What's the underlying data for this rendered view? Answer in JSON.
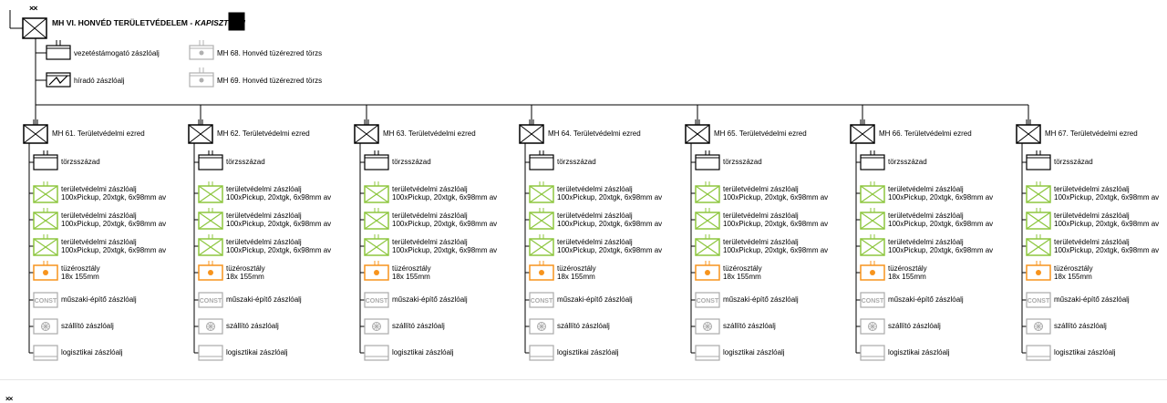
{
  "division": {
    "echelon": "××",
    "name": "MH VI. HONVÉD TERÜLETVÉDELEM - ",
    "name_italic": "KAPISZTRÁN",
    "staff_units": [
      {
        "label": "vezetéstámogató zászlóalj",
        "symbol": "hq-support"
      },
      {
        "label": "híradó zászlóalj",
        "symbol": "signal"
      },
      {
        "label": "MH 68. Honvéd tüzérezred törzs",
        "symbol": "artillery-hq-gray"
      },
      {
        "label": "MH 69. Honvéd tüzérezred törzs",
        "symbol": "artillery-hq-gray"
      }
    ]
  },
  "regiments": [
    {
      "name": "MH 61. Területvédelmi ezred"
    },
    {
      "name": "MH 62. Területvédelmi ezred"
    },
    {
      "name": "MH 63. Területvédelmi ezred"
    },
    {
      "name": "MH 64. Területvédelmi ezred"
    },
    {
      "name": "MH 65. Területvédelmi ezred"
    },
    {
      "name": "MH 66. Területvédelmi ezred"
    },
    {
      "name": "MH 67. Területvédelmi ezred"
    }
  ],
  "subunits": [
    {
      "line1": "törzsszázad",
      "line2": "",
      "symbol": "hq",
      "color": "#000000"
    },
    {
      "line1": "területvédelmi zászlóalj",
      "line2": "100xPickup, 20xtgk, 6x98mm av",
      "symbol": "infantry",
      "color": "#8dc63f"
    },
    {
      "line1": "területvédelmi zászlóalj",
      "line2": "100xPickup, 20xtgk, 6x98mm av",
      "symbol": "infantry",
      "color": "#8dc63f"
    },
    {
      "line1": "területvédelmi zászlóalj",
      "line2": "100xPickup, 20xtgk, 6x98mm av",
      "symbol": "infantry",
      "color": "#8dc63f"
    },
    {
      "line1": "tüzérosztály",
      "line2": "18x 155mm",
      "symbol": "artillery",
      "color": "#f7941d"
    },
    {
      "line1": "műszaki-építő zászlóalj",
      "line2": "",
      "symbol": "construction",
      "color": "#aaaaaa",
      "text": "CONST"
    },
    {
      "line1": "szállító zászlóalj",
      "line2": "",
      "symbol": "transport",
      "color": "#aaaaaa"
    },
    {
      "line1": "logisztikai zászlóalj",
      "line2": "",
      "symbol": "logistics",
      "color": "#aaaaaa"
    }
  ],
  "footer": {
    "echelon": "××"
  }
}
